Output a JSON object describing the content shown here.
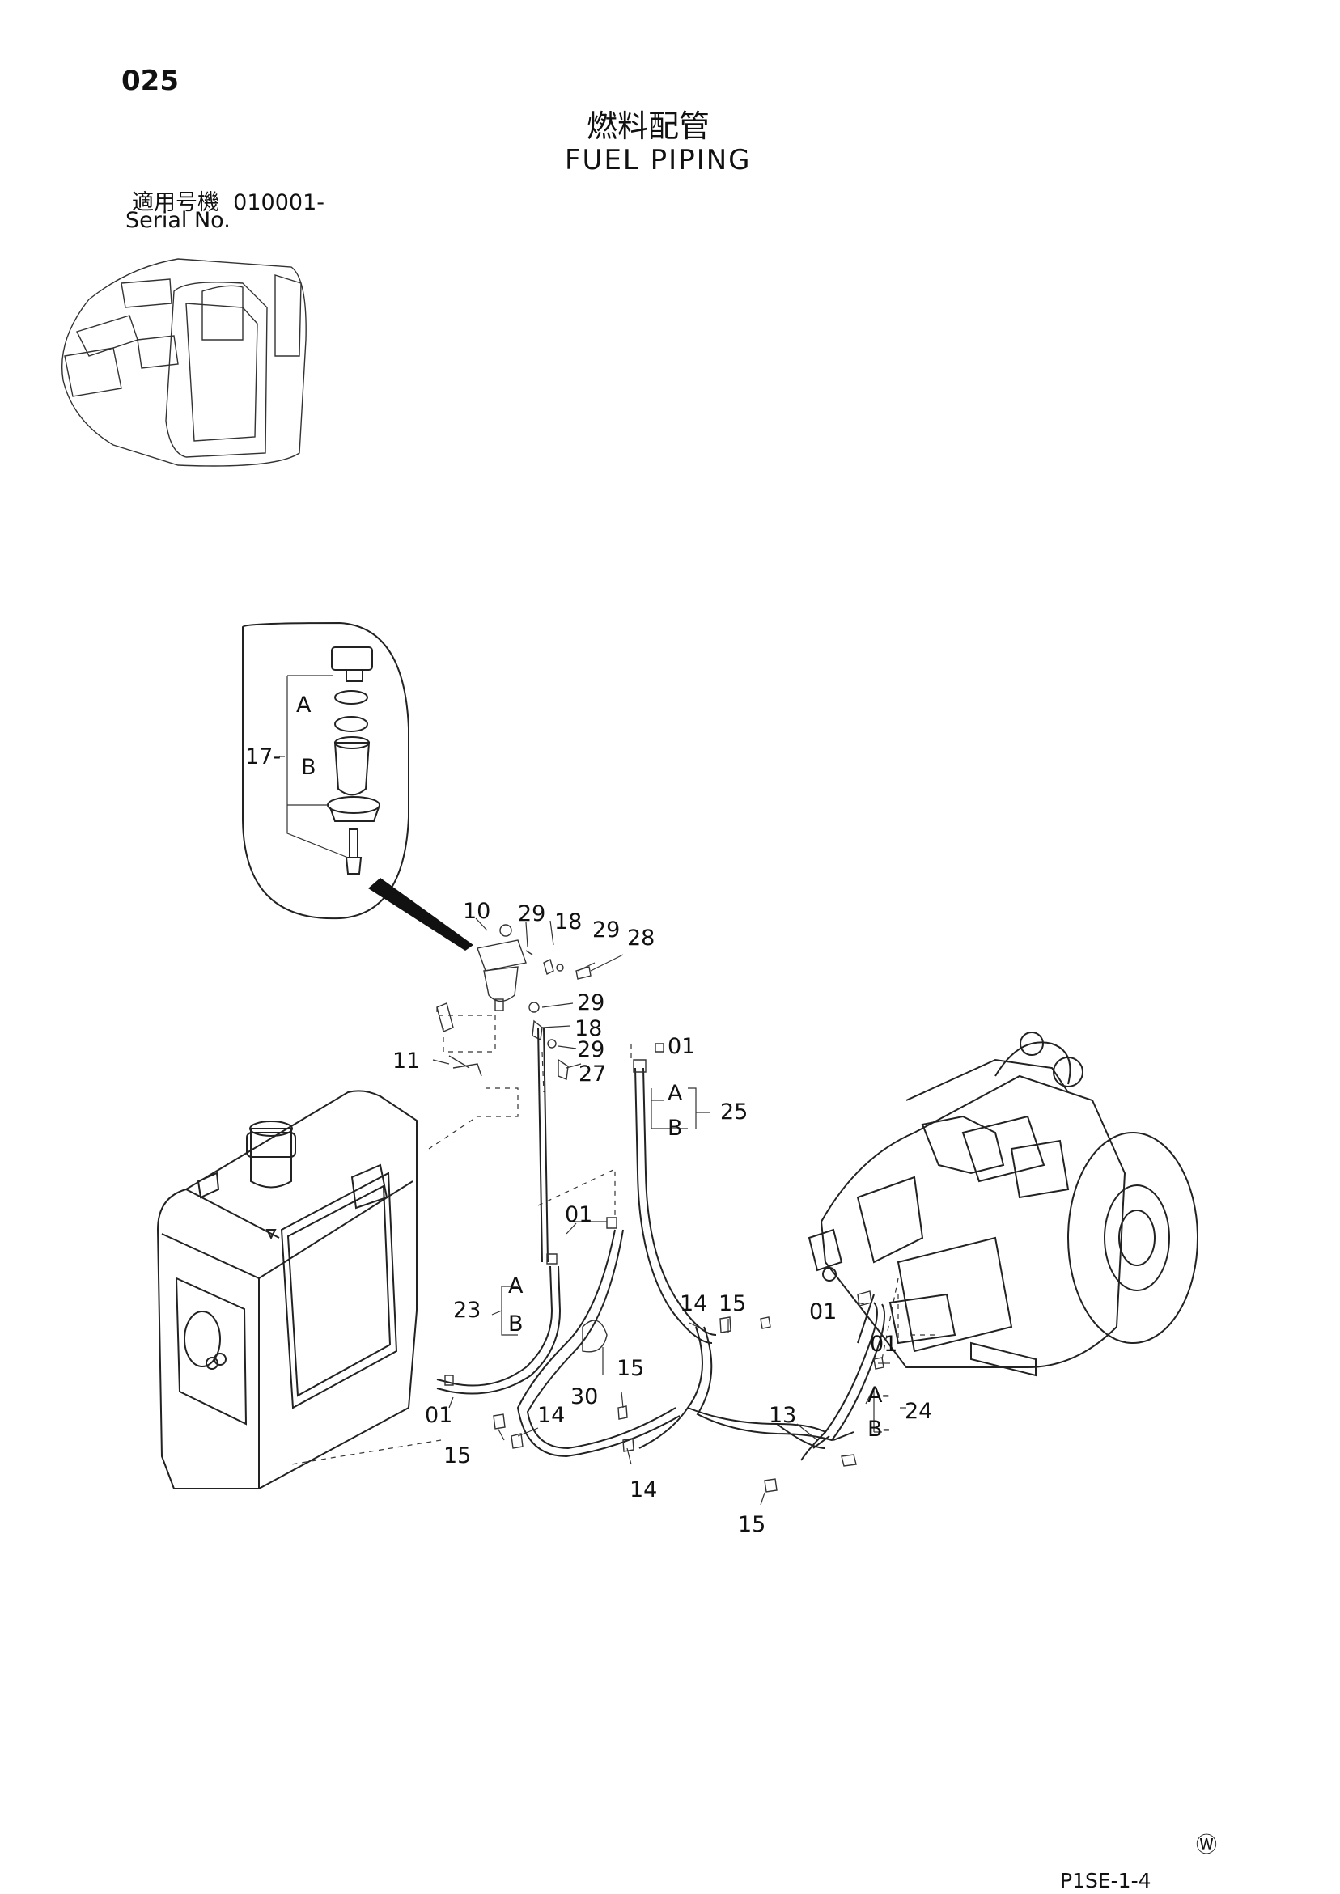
{
  "header": {
    "page_number": "025",
    "title_ja": "燃料配管",
    "title_en": "FUEL PIPING",
    "serial_label_ja": "適用号機",
    "serial_range": "010001-",
    "serial_label_en": "Serial No."
  },
  "footer": {
    "drawing_code": "P1SE-1-4",
    "mark": "Ⓦ"
  },
  "callouts": [
    {
      "id": "c17",
      "text": "17-"
    },
    {
      "id": "c17a",
      "text": "A"
    },
    {
      "id": "c17b",
      "text": "B"
    },
    {
      "id": "c10",
      "text": "10"
    },
    {
      "id": "c29a",
      "text": "29"
    },
    {
      "id": "c18a",
      "text": "18"
    },
    {
      "id": "c29b",
      "text": "29"
    },
    {
      "id": "c28",
      "text": "28"
    },
    {
      "id": "c29c",
      "text": "29"
    },
    {
      "id": "c18b",
      "text": "18"
    },
    {
      "id": "c29d",
      "text": "29"
    },
    {
      "id": "c27",
      "text": "27"
    },
    {
      "id": "c11",
      "text": "11"
    },
    {
      "id": "c01a",
      "text": "01"
    },
    {
      "id": "c25a",
      "text": "A"
    },
    {
      "id": "c25b",
      "text": "B"
    },
    {
      "id": "c25",
      "text": "25"
    },
    {
      "id": "c01b",
      "text": "01"
    },
    {
      "id": "c23",
      "text": "23"
    },
    {
      "id": "c23a",
      "text": "A"
    },
    {
      "id": "c23b",
      "text": "B"
    },
    {
      "id": "c30",
      "text": "30"
    },
    {
      "id": "c01c",
      "text": "01"
    },
    {
      "id": "c15a",
      "text": "15"
    },
    {
      "id": "c14a",
      "text": "14"
    },
    {
      "id": "c15b",
      "text": "15"
    },
    {
      "id": "c14b",
      "text": "14"
    },
    {
      "id": "c14c",
      "text": "14"
    },
    {
      "id": "c15c",
      "text": "15"
    },
    {
      "id": "c01d",
      "text": "01"
    },
    {
      "id": "c01e",
      "text": "01"
    },
    {
      "id": "c13",
      "text": "13"
    },
    {
      "id": "c24a",
      "text": "A-"
    },
    {
      "id": "c24",
      "text": "24"
    },
    {
      "id": "c24b",
      "text": "B-"
    },
    {
      "id": "c15d",
      "text": "15"
    }
  ]
}
